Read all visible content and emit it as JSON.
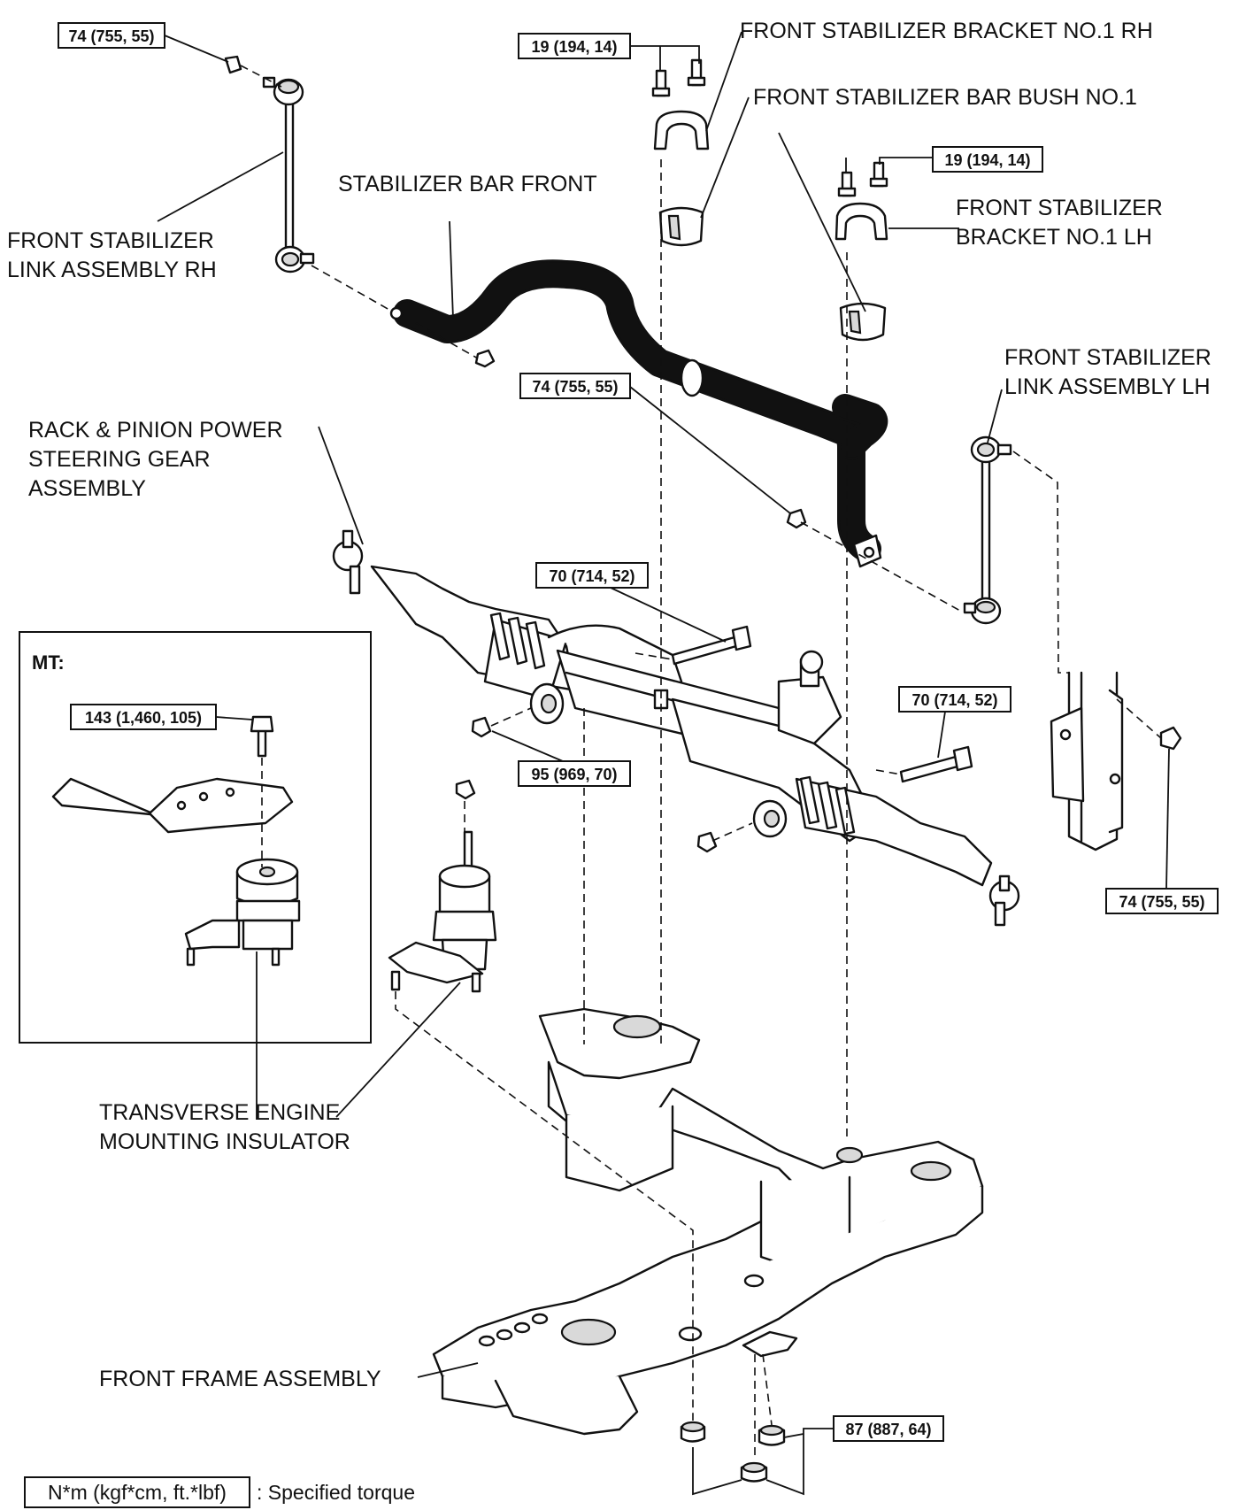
{
  "labels": {
    "bracket_rh": "FRONT STABILIZER BRACKET NO.1 RH",
    "bar_bush": "FRONT STABILIZER BAR BUSH NO.1",
    "stabilizer_bar": "STABILIZER BAR FRONT",
    "link_rh_line1": "FRONT STABILIZER",
    "link_rh_line2": "LINK ASSEMBLY RH",
    "bracket_lh_line1": "FRONT STABILIZER",
    "bracket_lh_line2": "BRACKET NO.1 LH",
    "link_lh_line1": "FRONT STABILIZER",
    "link_lh_line2": "LINK ASSEMBLY LH",
    "steering_line1": "RACK & PINION POWER",
    "steering_line2": "STEERING GEAR",
    "steering_line3": "ASSEMBLY",
    "mt_title": "MT:",
    "insulator_line1": "TRANSVERSE ENGINE",
    "insulator_line2": "MOUNTING INSULATOR",
    "frame": "FRONT FRAME ASSEMBLY"
  },
  "torques": {
    "link_rh_upper": "74 (755, 55)",
    "bracket_rh_bolts": "19 (194, 14)",
    "bracket_lh_bolts": "19 (194, 14)",
    "link_rh_lower_nut": "74 (755, 55)",
    "rack_bolt_upper": "70 (714, 52)",
    "mt_bolt": "143 (1,460, 105)",
    "rack_bolt_lower": "70 (714, 52)",
    "rack_nut": "95 (969, 70)",
    "link_lh_nut": "74 (755, 55)",
    "frame_nuts": "87 (887, 64)"
  },
  "legend": {
    "unit": "N*m (kgf*cm, ft.*lbf)",
    "text": ": Specified torque"
  }
}
